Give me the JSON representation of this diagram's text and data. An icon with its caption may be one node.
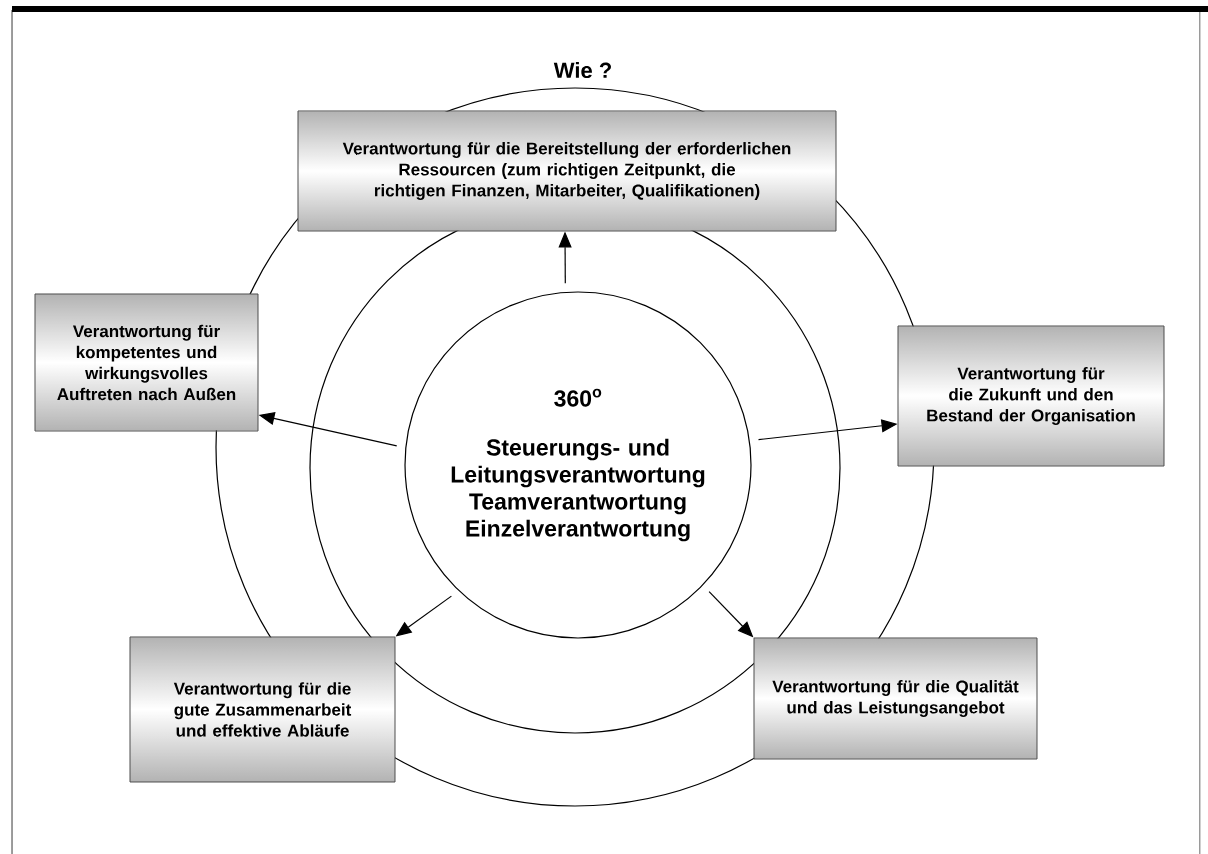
{
  "diagram": {
    "title": "Wie ?",
    "nodes": [
      {
        "text": [
          "Verantwortung für die Bereitstellung der erforderlichen Ressourcen (zum richtigen Zeitpunkt, die richtigen Finanzen, Mitarbeiter, Qualifikationen)"
        ]
      },
      {
        "text": [
          "Verantwortung für kompetentes und wirkungsvolles Auftreten nach Außen"
        ]
      },
      {
        "text": [
          "360$^{o}$",
          "Steuerungs- und Leitungsverantwortung",
          "Teamverantwortung",
          "Einzelverantwortung"
        ]
      },
      {
        "text": [
          "Verantwortung für die Zukunft und den Bestand der Organisation"
        ]
      },
      {
        "text": [
          "Verantwortung für die gute Zusammenarbeit und effektive Abläufe"
        ]
      },
      {
        "text": [
          "Verantwortung für die Qualität und das Leistungsangebot"
        ]
      }
    ],
    "edges": [
      {
        "from": 2,
        "to": 0,
        "arrow": "to"
      },
      {
        "from": 2,
        "to": 1,
        "arrow": "to"
      },
      {
        "from": 2,
        "to": 3,
        "arrow": "to"
      },
      {
        "from": 2,
        "to": 4,
        "arrow": "to"
      },
      {
        "from": 2,
        "to": 5,
        "arrow": "to"
      }
    ]
  }
}
